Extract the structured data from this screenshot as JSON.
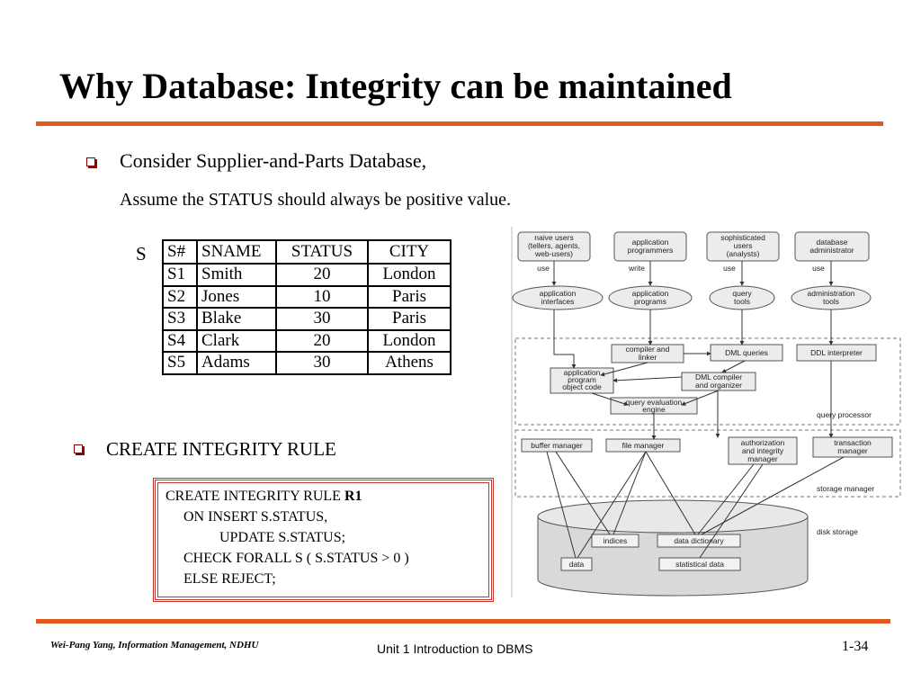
{
  "slide": {
    "title": "Why Database: Integrity can be maintained",
    "bullet1": "Consider Supplier-and-Parts Database,",
    "bullet1_sub": "Assume the STATUS should always be positive value.",
    "bullet2": "CREATE  INTEGRITY  RULE"
  },
  "table": {
    "name": "S",
    "header": [
      "S#",
      "SNAME",
      "STATUS",
      "CITY"
    ],
    "rows": [
      [
        "S1",
        "Smith",
        "20",
        "London"
      ],
      [
        "S2",
        "Jones",
        "10",
        "Paris"
      ],
      [
        "S3",
        "Blake",
        "30",
        "Paris"
      ],
      [
        "S4",
        "Clark",
        "20",
        "London"
      ],
      [
        "S5",
        "Adams",
        "30",
        "Athens"
      ]
    ]
  },
  "code": {
    "line1_prefix": "CREATE  INTEGRITY  RULE  ",
    "line1_bold": "R1",
    "line2": "ON  INSERT    S.STATUS,",
    "line3": "UPDATE  S.STATUS;",
    "line4": "CHECK  FORALL  S ( S.STATUS > 0 )",
    "line5": "ELSE  REJECT;"
  },
  "diagram": {
    "users": [
      [
        "naive users",
        "(tellers, agents,",
        "web-users)"
      ],
      [
        "application",
        "programmers"
      ],
      [
        "sophisticated",
        "users",
        "(analysts)"
      ],
      [
        "database",
        "administrator"
      ]
    ],
    "actions": [
      "use",
      "write",
      "use",
      "use"
    ],
    "tools": [
      [
        "application",
        "interfaces"
      ],
      [
        "application",
        "programs"
      ],
      [
        "query",
        "tools"
      ],
      [
        "administration",
        "tools"
      ]
    ],
    "compiler": [
      "compiler and",
      "linker"
    ],
    "dml_queries": "DML queries",
    "ddl_interpreter": "DDL interpreter",
    "app_object": [
      "application",
      "program",
      "object code"
    ],
    "dml_compiler": [
      "DML compiler",
      "and organizer"
    ],
    "query_engine": [
      "query evaluation",
      "engine"
    ],
    "query_processor": "query processor",
    "buffer_manager": "buffer manager",
    "file_manager": "file manager",
    "auth_manager": [
      "authorization",
      "and integrity",
      "manager"
    ],
    "transaction_manager": [
      "transaction",
      "manager"
    ],
    "storage_manager": "storage manager",
    "indices": "indices",
    "data_dictionary": "data dictionary",
    "data": "data",
    "statistical_data": "statistical data",
    "disk_storage": "disk storage"
  },
  "footer": {
    "author": "Wei-Pang Yang, Information Management, NDHU",
    "unit": "Unit 1  Introduction to DBMS",
    "page": "1-34"
  }
}
